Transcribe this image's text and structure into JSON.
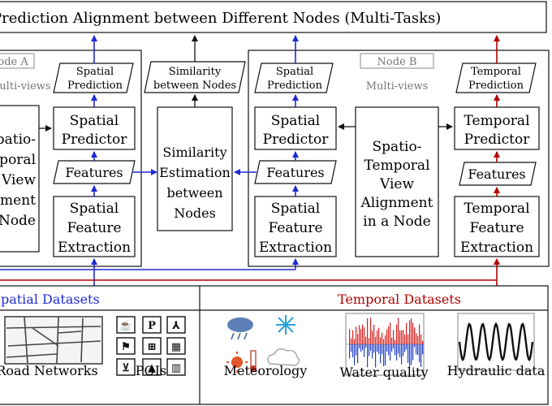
{
  "header": {
    "title": "Prediction Alignment between Different Nodes (Multi-Tasks)"
  },
  "node_a": {
    "tag": "Node A",
    "views": "Multi-views",
    "alignment_lines": [
      "Spatio-",
      "Temporal",
      "View",
      "Alignment",
      "in a Node"
    ],
    "spatial_prediction": [
      "Spatial",
      "Prediction"
    ],
    "spatial_predictor": [
      "Spatial",
      "Predictor"
    ],
    "features": "Features",
    "spatial_feature_extraction": [
      "Spatial",
      "Feature",
      "Extraction"
    ]
  },
  "similarity": {
    "output": [
      "Similarity",
      "between Nodes"
    ],
    "estimation": [
      "Similarity",
      "Estimation",
      "between",
      "Nodes"
    ]
  },
  "node_b": {
    "tag": "Node B",
    "views": "Multi-views",
    "spatial_prediction": [
      "Spatial",
      "Prediction"
    ],
    "spatial_predictor": [
      "Spatial",
      "Predictor"
    ],
    "features_spatial": "Features",
    "spatial_feature_extraction": [
      "Spatial",
      "Feature",
      "Extraction"
    ],
    "alignment_lines": [
      "Spatio-",
      "Temporal",
      "View",
      "Alignment",
      "in a Node"
    ],
    "temporal_prediction": [
      "Temporal",
      "Prediction"
    ],
    "temporal_predictor": [
      "Temporal",
      "Predictor"
    ],
    "features_temporal": "Features",
    "temporal_feature_extraction": [
      "Temporal",
      "Feature",
      "Extraction"
    ]
  },
  "datasets": {
    "spatial_title": "Spatial Datasets",
    "temporal_title": "Temporal Datasets",
    "items": [
      "Road Networks",
      "POIs",
      "Meteorology",
      "Water quality",
      "Hydraulic data"
    ]
  },
  "colors": {
    "blue": "#1f2ad6",
    "red": "#b30000",
    "grey_text": "#777777",
    "black": "#111111"
  },
  "icons": [
    "road-network-map",
    "poi-icons-grid",
    "weather-icons",
    "water-quality-bar-chart",
    "hydraulic-wave-plot"
  ]
}
